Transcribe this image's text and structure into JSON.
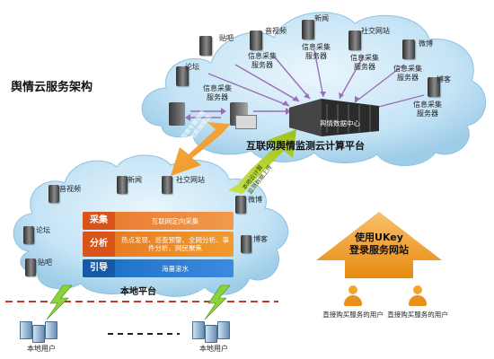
{
  "title": "舆情云服务架构",
  "top_cloud": {
    "title": "互联网舆情监测云计算平台",
    "datacenter_label": "舆情数据中心",
    "nodes": [
      "贴吧",
      "音视频",
      "新闻",
      "社交网站",
      "微博",
      "论坛",
      "博客"
    ],
    "server_label_line1": "信息采集",
    "server_label_line2": "服务器"
  },
  "arrows": {
    "down_line1": "舆情专题服务",
    "down_line2": "本地数据推送",
    "up_line1": "本地云计算",
    "up_line2": "监测数据上传"
  },
  "local_cloud": {
    "title": "本地平台",
    "nodes": [
      "音视频",
      "新闻",
      "社交网站",
      "论坛",
      "微博",
      "贴吧",
      "博客"
    ],
    "rows": [
      {
        "tag": "采集",
        "text": "互联网定向采集"
      },
      {
        "tag": "分析",
        "text": "热点发现、巡查预警、全网分析、事件分析、网民聚焦"
      },
      {
        "tag": "引导",
        "text": "海量滚水"
      }
    ]
  },
  "ukey": {
    "line1": "使用UKey",
    "line2": "登录服务网站"
  },
  "purchase_users": [
    "直接购买服务的用户",
    "直接购买服务的用户"
  ],
  "local_users": [
    "本地用户",
    "本地用户"
  ],
  "colors": {
    "cloud": "#bfe0f4",
    "arrow_orange": "#f29a1f",
    "arrow_green": "#b5d21d",
    "tag_red": "#e5561e",
    "row_blue": "#1e74c8"
  }
}
